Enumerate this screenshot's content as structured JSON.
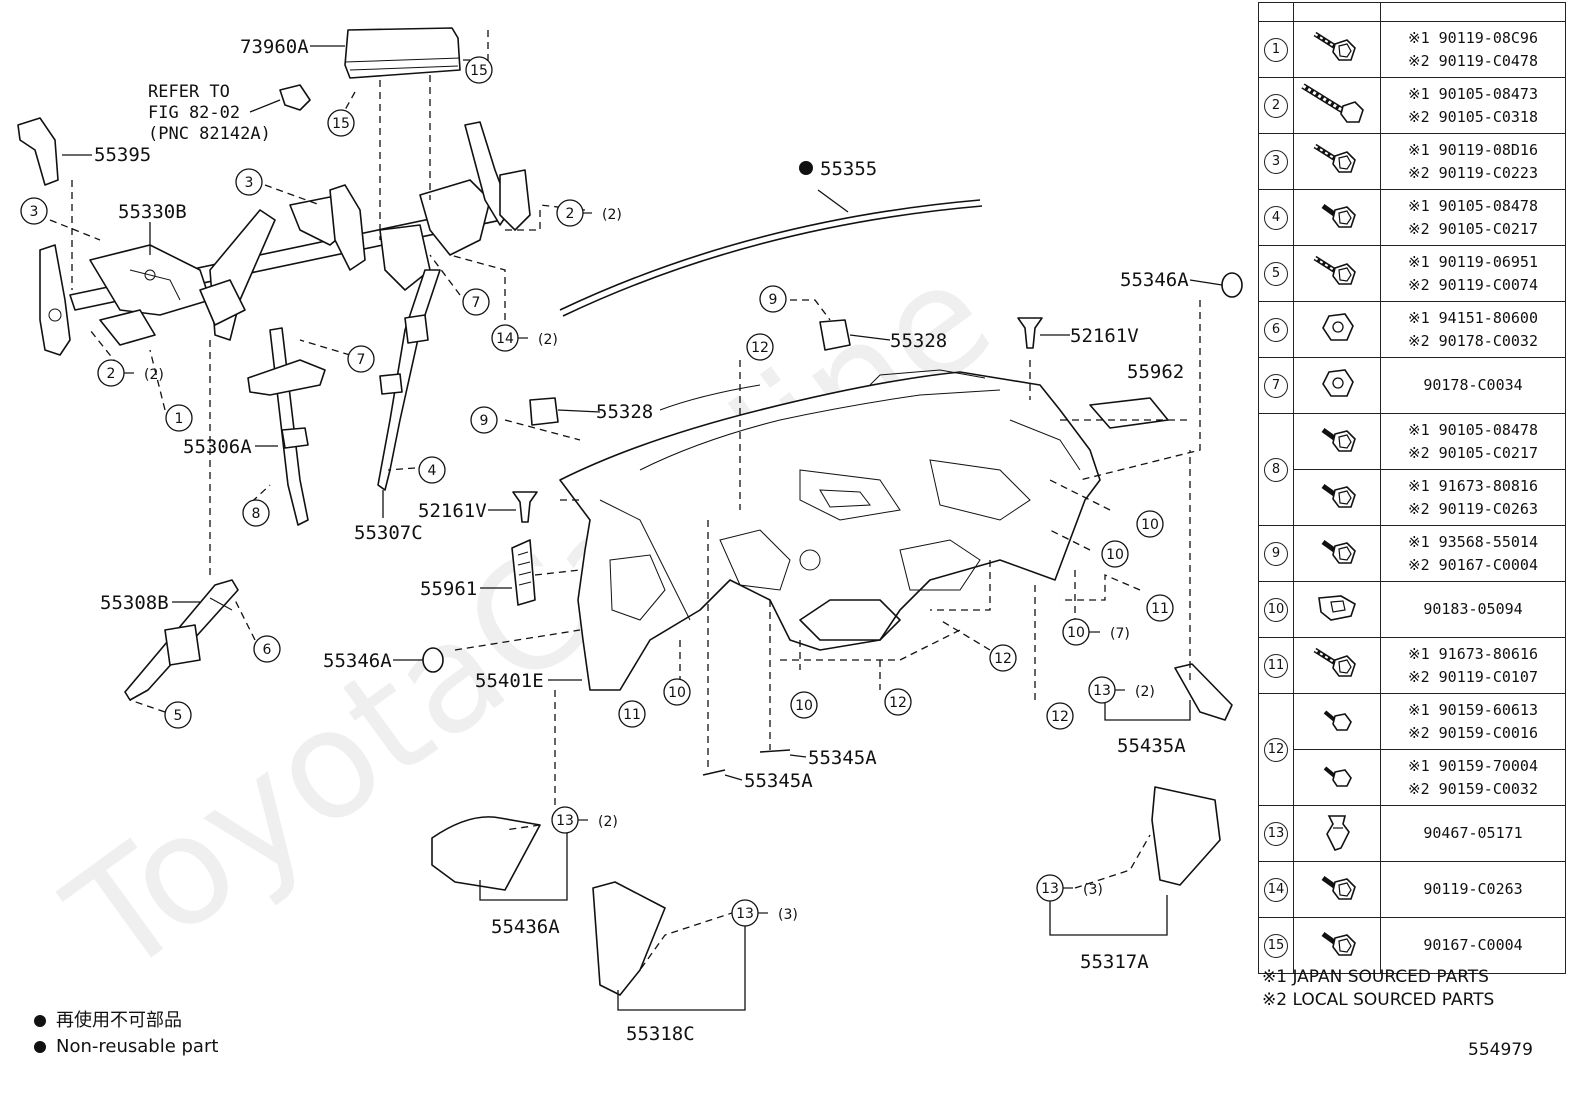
{
  "watermark": "ToyotaCarNine",
  "refer_note": [
    "REFER TO",
    "FIG 82-02",
    "(PNC 82142A)"
  ],
  "part_labels": {
    "p73960A": "73960A",
    "p55395": "55395",
    "p55330B": "55330B",
    "p55355": "55355",
    "p55346A_top": "55346A",
    "p52161V_top": "52161V",
    "p55328_top": "55328",
    "p55962": "55962",
    "p55328_mid": "55328",
    "p55306A": "55306A",
    "p52161V_mid": "52161V",
    "p55307C": "55307C",
    "p55961": "55961",
    "p55308B": "55308B",
    "p55346A_left": "55346A",
    "p55401E": "55401E",
    "p55345A_a": "55345A",
    "p55345A_b": "55345A",
    "p55435A": "55435A",
    "p55436A": "55436A",
    "p55318C": "55318C",
    "p55317A": "55317A"
  },
  "callouts": {
    "c15a": "15",
    "c15b": "15",
    "c3a": "3",
    "c3b": "3",
    "c2a": "2",
    "c2b": "2",
    "c7a": "7",
    "c7b": "7",
    "c14": "14",
    "c1": "1",
    "c8": "8",
    "c4": "4",
    "c9a": "9",
    "c9b": "9",
    "c12a": "12",
    "c10a": "10",
    "c10b": "10",
    "c11a": "11",
    "c10c": "10",
    "c12b": "12",
    "c6": "6",
    "c5": "5",
    "c10d": "10",
    "c11b": "11",
    "c10e": "10",
    "c12c": "12",
    "c12d": "12",
    "c13a": "13",
    "c13b": "13",
    "c13c": "13",
    "c13d": "13"
  },
  "quantities": {
    "q2a": "(2)",
    "q2b": "(2)",
    "q14": "(2)",
    "q10e": "(7)",
    "q13a": "(2)",
    "q13b": "(2)",
    "q13c": "(3)",
    "q13d": "(3)"
  },
  "parts_table": {
    "rows": [
      {
        "no": "1",
        "icon": "flange-bolt-icon",
        "parts": [
          "※1 90119-08C96",
          "※2 90119-C0478"
        ]
      },
      {
        "no": "2",
        "icon": "long-bolt-icon",
        "parts": [
          "※1 90105-08473",
          "※2 90105-C0318"
        ]
      },
      {
        "no": "3",
        "icon": "flange-bolt-icon",
        "parts": [
          "※1 90119-08D16",
          "※2 90119-C0223"
        ]
      },
      {
        "no": "4",
        "icon": "short-bolt-icon",
        "parts": [
          "※1 90105-08478",
          "※2 90105-C0217"
        ]
      },
      {
        "no": "5",
        "icon": "flange-bolt-icon",
        "parts": [
          "※1 90119-06951",
          "※2 90119-C0074"
        ]
      },
      {
        "no": "6",
        "icon": "nut-icon",
        "parts": [
          "※1 94151-80600",
          "※2 90178-C0032"
        ]
      },
      {
        "no": "7",
        "icon": "nut-icon",
        "parts": [
          "90178-C0034"
        ]
      },
      {
        "no": "8",
        "icon": "short-bolt-icon",
        "parts": [
          "※1 90105-08478",
          "※2 90105-C0217"
        ],
        "parts2": [
          "※1 91673-80816",
          "※2 90119-C0263"
        ]
      },
      {
        "no": "9",
        "icon": "short-bolt-icon",
        "parts": [
          "※1 93568-55014",
          "※2 90167-C0004"
        ]
      },
      {
        "no": "10",
        "icon": "clip-nut-icon",
        "parts": [
          "90183-05094"
        ]
      },
      {
        "no": "11",
        "icon": "flange-bolt-icon",
        "parts": [
          "※1 91673-80616",
          "※2 90119-C0107"
        ]
      },
      {
        "no": "12",
        "icon": "screw-icon",
        "parts": [
          "※1 90159-60613",
          "※2 90159-C0016"
        ],
        "parts2": [
          "※1 90159-70004",
          "※2 90159-C0032"
        ]
      },
      {
        "no": "13",
        "icon": "clip-icon",
        "parts": [
          "90467-05171"
        ]
      },
      {
        "no": "14",
        "icon": "short-bolt-icon",
        "parts": [
          "90119-C0263"
        ]
      },
      {
        "no": "15",
        "icon": "short-bolt-icon",
        "parts": [
          "90167-C0004"
        ]
      }
    ]
  },
  "notes": [
    "※1 JAPAN SOURCED PARTS",
    "※2 LOCAL SOURCED PARTS"
  ],
  "legend": [
    "再使用不可部品",
    "Non-reusable part"
  ],
  "figure_number": "554979"
}
